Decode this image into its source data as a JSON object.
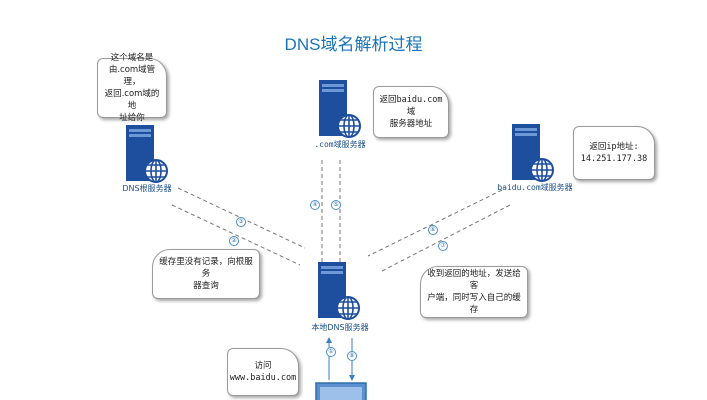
{
  "title": "DNS域名解析过程",
  "nodes": {
    "root": "DNS根服务器",
    "com": ".com域服务器",
    "baidu": "baidu.com域服务器",
    "local": "本地DNS服务器"
  },
  "notes": {
    "root_note": "这个域名是\n由.com域管理，\n返回.com域的地\n址给你",
    "com_note": "返回baidu.com域\n服务器地址",
    "baidu_note": "返回ip地址:\n14.251.177.38",
    "cache_note": "缓存里没有记录，向根服务\n器查询",
    "recv_note": "收到返回的地址，发送给客\n户端，同时写入自己的缓存",
    "visit_note": "访问\nwww.baidu.com"
  },
  "steps": [
    "①",
    "②",
    "③",
    "④",
    "⑤",
    "⑥",
    "⑦",
    "⑧"
  ],
  "colors": {
    "accent": "#1b75bc",
    "server": "#1d4f9e",
    "line": "#777777",
    "arrow": "#3a7fc0"
  }
}
